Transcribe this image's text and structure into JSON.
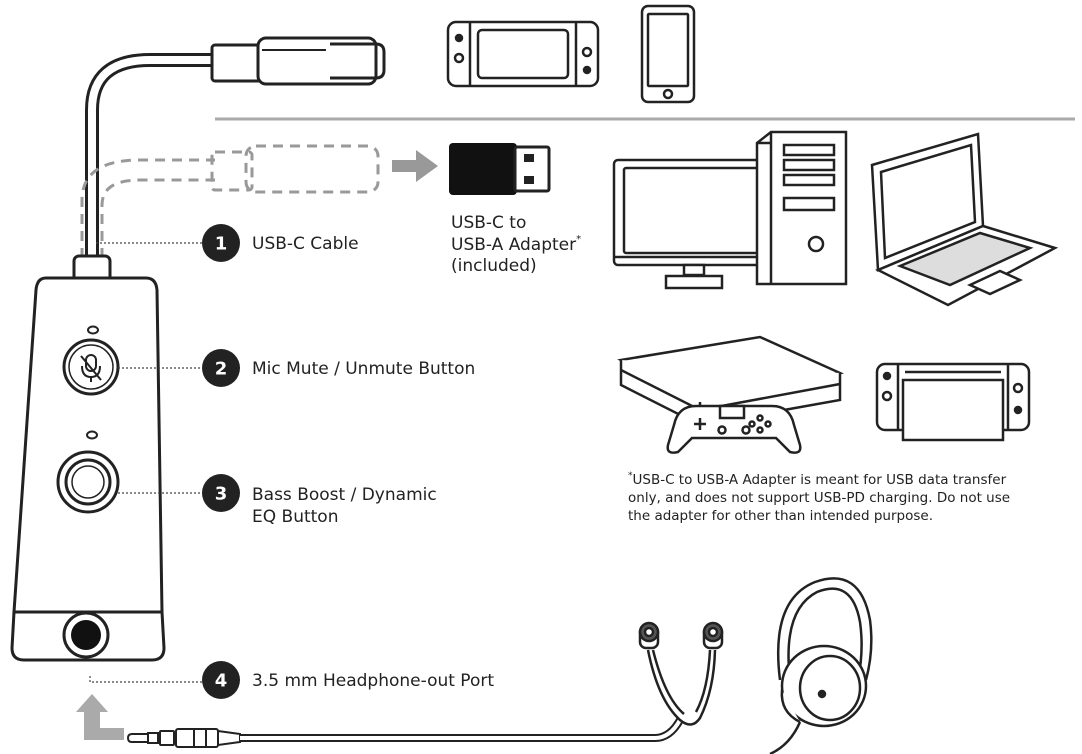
{
  "callouts": [
    {
      "number": "1",
      "label": "USB-C Cable"
    },
    {
      "number": "2",
      "label": "Mic Mute / Unmute Button"
    },
    {
      "number": "3",
      "label_line1": "Bass Boost / Dynamic",
      "label_line2": "EQ Button"
    },
    {
      "number": "4",
      "label": "3.5 mm Headphone-out Port"
    }
  ],
  "adapter": {
    "line1": "USB-C to",
    "line2": "USB-A Adapter",
    "asterisk": "*",
    "line3": "(included)"
  },
  "footnote": {
    "asterisk": "*",
    "line1": "USB-C to USB-A Adapter is meant for USB data transfer",
    "line2": "only, and does not support USB-PD charging. Do not use",
    "line3": "the adapter for other than intended purpose."
  },
  "icons": [
    "usb-c-plug-icon",
    "switch-console-icon",
    "smartphone-icon",
    "usb-a-adapter-icon",
    "desktop-pc-icon",
    "laptop-icon",
    "game-console-icon",
    "gamepad-icon",
    "switch-dock-icon",
    "earphones-icon",
    "headphones-icon",
    "audio-jack-icon"
  ]
}
